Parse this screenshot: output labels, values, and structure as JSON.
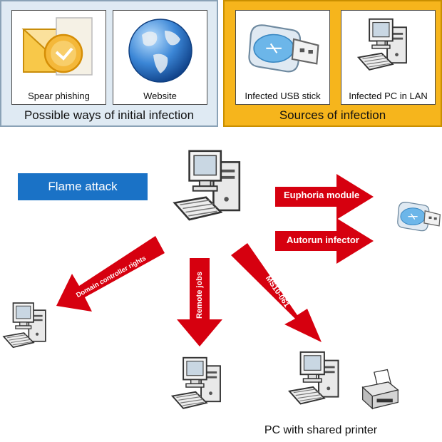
{
  "top_left_panel": {
    "caption": "Possible ways of initial infection",
    "cards": [
      {
        "label": "Spear phishing",
        "icon": "outlook-envelope-icon"
      },
      {
        "label": "Website",
        "icon": "globe-icon"
      }
    ]
  },
  "top_right_panel": {
    "caption": "Sources of infection",
    "cards": [
      {
        "label": "Infected USB stick",
        "icon": "usb-stick-icon"
      },
      {
        "label": "Infected PC in LAN",
        "icon": "desktop-pc-icon"
      }
    ]
  },
  "main_box": {
    "label": "Flame attack"
  },
  "arrows": {
    "euphoria": "Euphoria module",
    "autorun": "Autorun infector",
    "domain": "Domain controller rights",
    "remote": "Remote jobs",
    "ms10": "MS10-061"
  },
  "printer_caption": "PC with shared printer",
  "colors": {
    "arrow_red": "#d6000f",
    "flame_box_blue": "#1a72c6",
    "left_panel_bg": "#dfeaf3",
    "right_panel_bg": "#f6b51c"
  }
}
